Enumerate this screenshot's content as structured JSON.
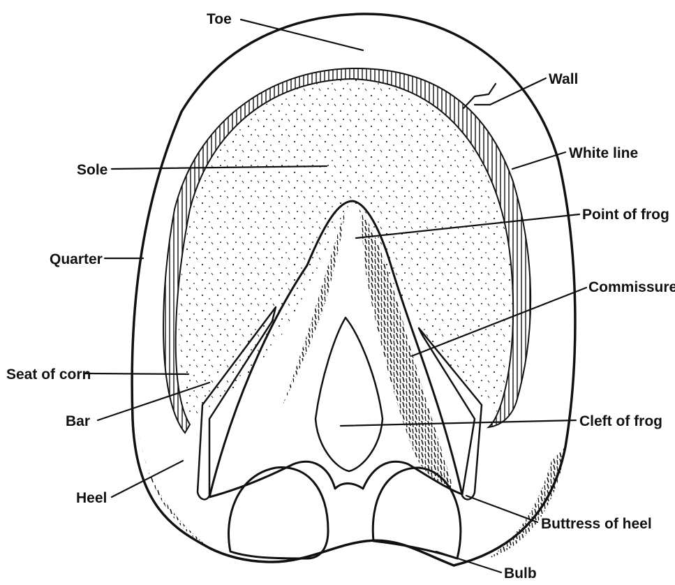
{
  "diagram": {
    "labels": {
      "toe": "Toe",
      "wall": "Wall",
      "white_line": "White line",
      "sole": "Sole",
      "point_of_frog": "Point of frog",
      "quarter": "Quarter",
      "commissure": "Commissure",
      "seat_of_corn": "Seat of corn",
      "bar": "Bar",
      "cleft_of_frog": "Cleft of frog",
      "heel": "Heel",
      "buttress_of_heel": "Buttress of heel",
      "bulb": "Bulb"
    },
    "colors": {
      "ink": "#111111",
      "paper": "#ffffff"
    }
  }
}
